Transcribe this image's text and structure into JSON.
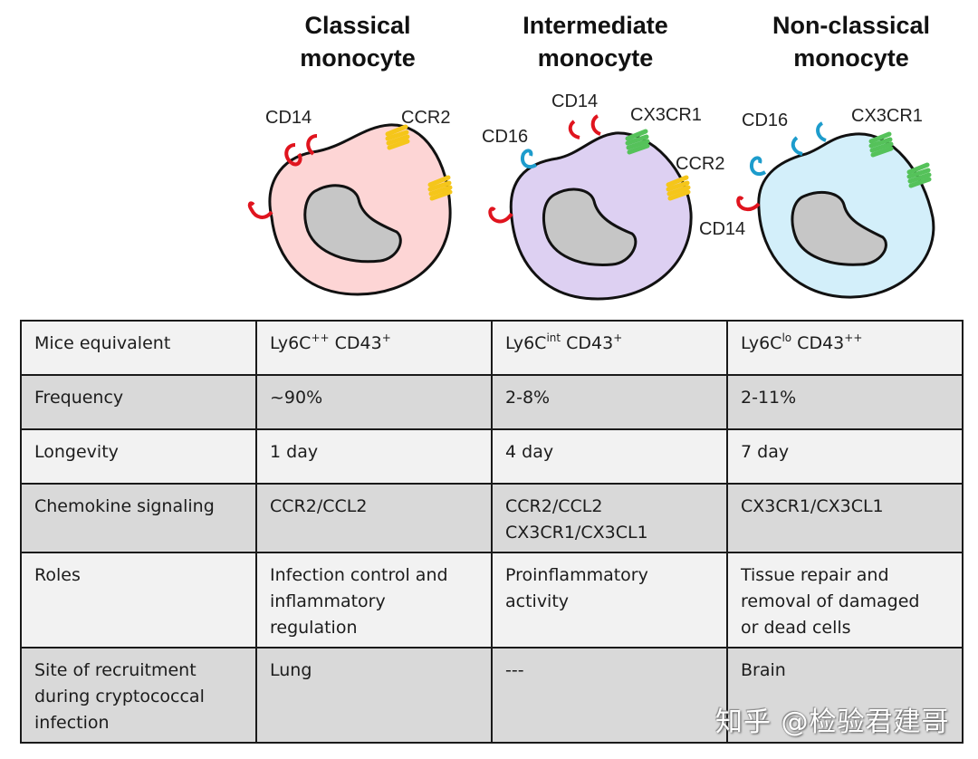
{
  "colors": {
    "classical_cell": "#fdd5d5",
    "intermediate_cell": "#ddd0f2",
    "nonclassical_cell": "#d3effa",
    "nucleus": "#c6c6c6",
    "cd14": "#e0141e",
    "cd16": "#1d9ccc",
    "ccr2": "#f5c61a",
    "cx3cr1": "#55c25a",
    "row_light": "#f2f2f2",
    "row_dark": "#d9d9d9"
  },
  "cells": [
    {
      "title_line1": "Classical",
      "title_line2": "monocyte",
      "labels": [
        "CD14",
        "CCR2"
      ]
    },
    {
      "title_line1": "Intermediate",
      "title_line2": "monocyte",
      "labels": [
        "CD14",
        "CD16",
        "CX3CR1",
        "CCR2"
      ]
    },
    {
      "title_line1": "Non-classical",
      "title_line2": "monocyte",
      "labels": [
        "CD16",
        "CX3CR1",
        "CD14"
      ]
    }
  ],
  "table": {
    "rows": [
      {
        "label": "Mice equivalent",
        "values": [
          {
            "base": "Ly6C",
            "sup1": "++",
            "mid": " CD43",
            "sup2": "+"
          },
          {
            "base": "Ly6C",
            "sup1": "int",
            "mid": " CD43",
            "sup2": "+"
          },
          {
            "base": "Ly6C",
            "sup1": "lo",
            "mid": " CD43",
            "sup2": "++"
          }
        ]
      },
      {
        "label": "Frequency",
        "values": [
          "~90%",
          "2-8%",
          "2-11%"
        ]
      },
      {
        "label": "Longevity",
        "values": [
          "1 day",
          "4 day",
          "7 day"
        ]
      },
      {
        "label": "Chemokine signaling",
        "values": [
          [
            "CCR2/CCL2"
          ],
          [
            "CCR2/CCL2",
            "CX3CR1/CX3CL1"
          ],
          [
            "CX3CR1/CX3CL1"
          ]
        ]
      },
      {
        "label": [
          "Roles"
        ],
        "values": [
          [
            "Infection control and",
            "inflammatory",
            "regulation"
          ],
          [
            "Proinflammatory",
            "activity"
          ],
          [
            "Tissue repair and",
            "removal of damaged",
            "or dead cells"
          ]
        ]
      },
      {
        "label": [
          "Site of recruitment",
          "during cryptococcal",
          "infection"
        ],
        "values": [
          [
            "Lung"
          ],
          [
            "---"
          ],
          [
            "Brain"
          ]
        ]
      }
    ]
  },
  "watermark": "知乎 @检验君建哥"
}
